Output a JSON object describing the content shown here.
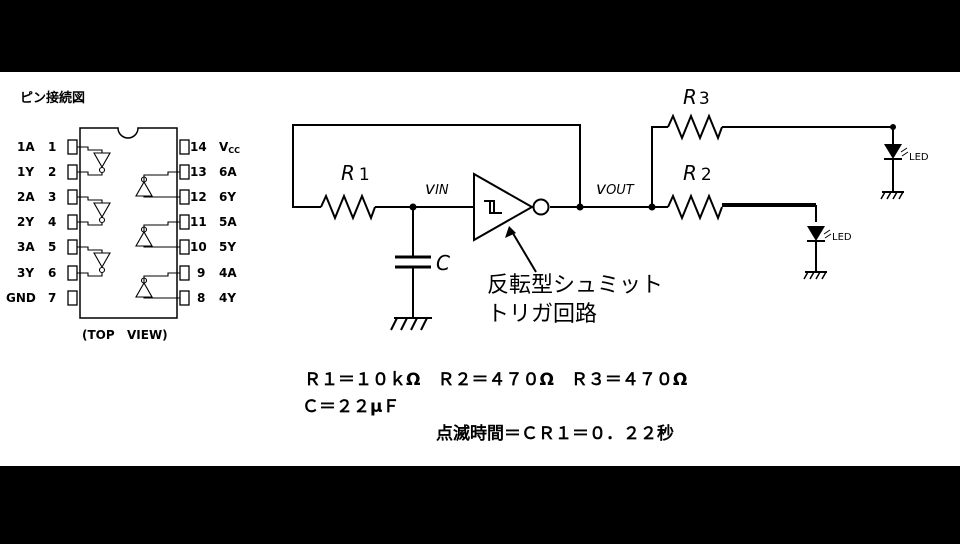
{
  "pin_diagram": {
    "title": "ピン接続図",
    "left_pins": [
      {
        "label": "1A",
        "num": "1"
      },
      {
        "label": "1Y",
        "num": "2"
      },
      {
        "label": "2A",
        "num": "3"
      },
      {
        "label": "2Y",
        "num": "4"
      },
      {
        "label": "3A",
        "num": "5"
      },
      {
        "label": "3Y",
        "num": "6"
      },
      {
        "label": "GND",
        "num": "7"
      }
    ],
    "right_pins": [
      {
        "num": "14",
        "label": "V",
        "label_sub": "CC"
      },
      {
        "num": "13",
        "label": "6A"
      },
      {
        "num": "12",
        "label": "6Y"
      },
      {
        "num": "11",
        "label": "5A"
      },
      {
        "num": "10",
        "label": "5Y"
      },
      {
        "num": "9",
        "label": "4A"
      },
      {
        "num": "8",
        "label": "4Y"
      }
    ],
    "view_left": "(TOP",
    "view_right": "VIEW)"
  },
  "circuit": {
    "r1_letter": "R",
    "r1_num": "1",
    "r2_letter": "R",
    "r2_num": "2",
    "r3_letter": "R",
    "r3_num": "3",
    "c_label": "C",
    "vin_main": "v",
    "vin_sub": "IN",
    "vout_main": "v",
    "vout_sub": "OUT",
    "led_label_1": "LED",
    "led_label_2": "LED",
    "gate_symbol": "ℸ",
    "annotation_line1": "反転型シュミット",
    "annotation_line2": "トリガ回路"
  },
  "formulas": {
    "line1": "Ｒ１＝１０ｋΩ　Ｒ２＝４７０Ω　Ｒ３＝４７０Ω",
    "line2": "Ｃ＝２２μＦ",
    "line3": "点滅時間＝ＣＲ１＝０．２２秒"
  }
}
